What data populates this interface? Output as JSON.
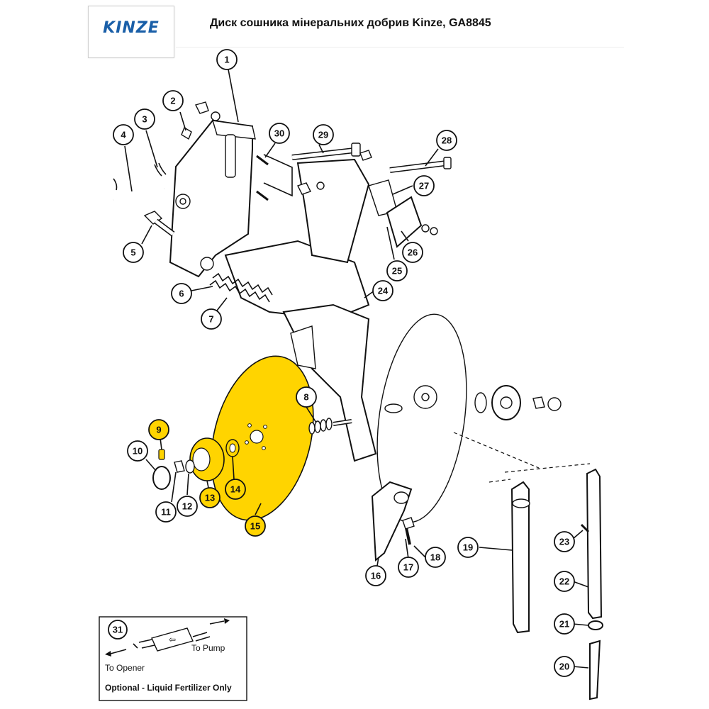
{
  "header": {
    "logo_text": "KINZE",
    "title": "Диск сошника мінеральних добрив Kinze, GA8845"
  },
  "colors": {
    "highlight": "#ffd400",
    "logo_blue": "#1a5fa8"
  },
  "callouts": [
    {
      "id": "c1",
      "label": "1",
      "highlight": false
    },
    {
      "id": "c2",
      "label": "2",
      "highlight": false
    },
    {
      "id": "c3",
      "label": "3",
      "highlight": false
    },
    {
      "id": "c4",
      "label": "4",
      "highlight": false
    },
    {
      "id": "c5",
      "label": "5",
      "highlight": false
    },
    {
      "id": "c6",
      "label": "6",
      "highlight": false
    },
    {
      "id": "c7",
      "label": "7",
      "highlight": false
    },
    {
      "id": "c8",
      "label": "8",
      "highlight": false
    },
    {
      "id": "c9",
      "label": "9",
      "highlight": true
    },
    {
      "id": "c10",
      "label": "10",
      "highlight": false
    },
    {
      "id": "c11",
      "label": "11",
      "highlight": false
    },
    {
      "id": "c12",
      "label": "12",
      "highlight": false
    },
    {
      "id": "c13",
      "label": "13",
      "highlight": true
    },
    {
      "id": "c14",
      "label": "14",
      "highlight": true
    },
    {
      "id": "c15",
      "label": "15",
      "highlight": true
    },
    {
      "id": "c16",
      "label": "16",
      "highlight": false
    },
    {
      "id": "c17",
      "label": "17",
      "highlight": false
    },
    {
      "id": "c18",
      "label": "18",
      "highlight": false
    },
    {
      "id": "c19",
      "label": "19",
      "highlight": false
    },
    {
      "id": "c20",
      "label": "20",
      "highlight": false
    },
    {
      "id": "c21",
      "label": "21",
      "highlight": false
    },
    {
      "id": "c22",
      "label": "22",
      "highlight": false
    },
    {
      "id": "c23",
      "label": "23",
      "highlight": false
    },
    {
      "id": "c24",
      "label": "24",
      "highlight": false
    },
    {
      "id": "c25",
      "label": "25",
      "highlight": false
    },
    {
      "id": "c26",
      "label": "26",
      "highlight": false
    },
    {
      "id": "c27",
      "label": "27",
      "highlight": false
    },
    {
      "id": "c28",
      "label": "28",
      "highlight": false
    },
    {
      "id": "c29",
      "label": "29",
      "highlight": false
    },
    {
      "id": "c30",
      "label": "30",
      "highlight": false
    },
    {
      "id": "c31",
      "label": "31",
      "highlight": false
    }
  ],
  "inset": {
    "to_pump": "To Pump",
    "to_opener": "To Opener",
    "note": "Optional - Liquid Fertilizer Only",
    "valve_arrow": "⇦"
  }
}
